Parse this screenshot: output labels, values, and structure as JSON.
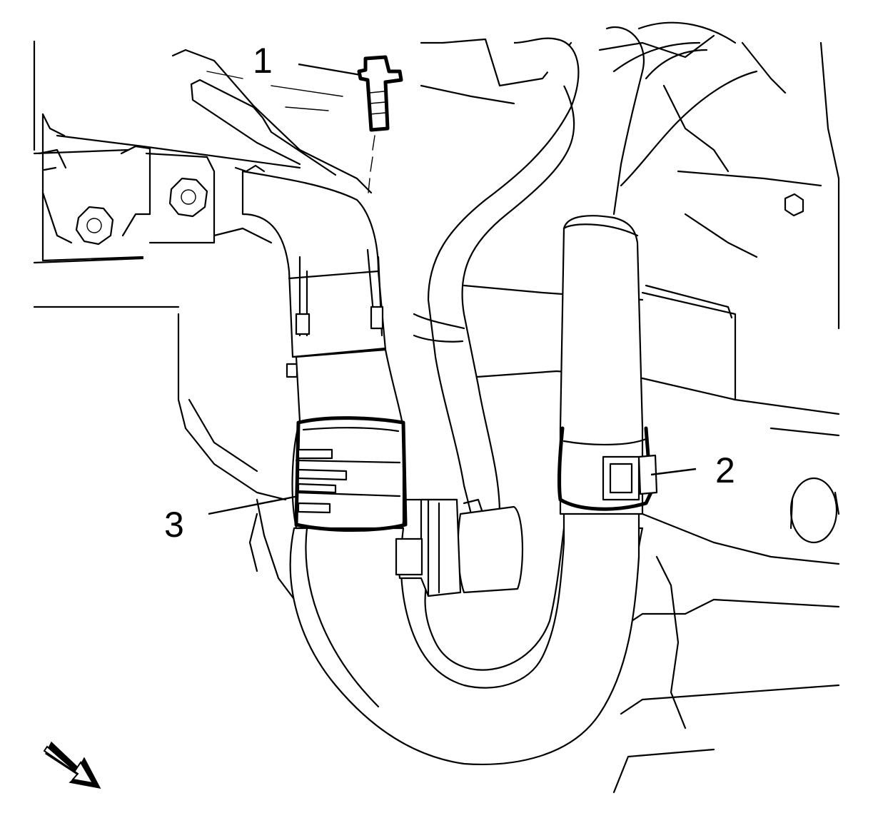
{
  "callouts": {
    "one": "1",
    "two": "2",
    "three": "3"
  },
  "direction_arrow": "arrow-icon",
  "stroke_color": "#000000",
  "background_color": "#ffffff"
}
